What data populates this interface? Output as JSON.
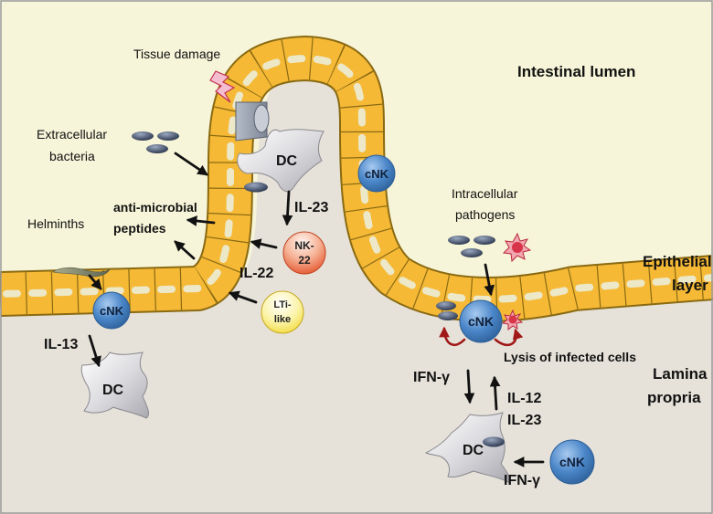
{
  "regions": {
    "lumen": "Intestinal lumen",
    "epithelial_line1": "Epithelial",
    "epithelial_line2": "layer",
    "lamina_line1": "Lamina",
    "lamina_line2": "propria"
  },
  "labels": {
    "tissue_damage": "Tissue damage",
    "extracellular_line1": "Extracellular",
    "extracellular_line2": "bacteria",
    "helminths": "Helminths",
    "amp_line1": "anti-microbial",
    "amp_line2": "peptides",
    "intracellular_line1": "Intracellular",
    "intracellular_line2": "pathogens",
    "lysis": "Lysis of infected cells"
  },
  "cytokines": {
    "il23_top": "IL-23",
    "il22": "IL-22",
    "il13": "IL-13",
    "ifng_left": "IFN-γ",
    "il12": "IL-12",
    "il23_bottom": "IL-23",
    "ifng_bottom": "IFN-γ"
  },
  "cells": {
    "dc": "DC",
    "cnk": "cNK",
    "nk22_line1": "NK-",
    "nk22_line2": "22",
    "lti_line1": "LTi-",
    "lti_line2": "like"
  },
  "colors": {
    "lumen_bg": "#f7f5d9",
    "lamina_bg": "#e6e2d9",
    "epithelium": "#f5b936",
    "nucleus": "#ece8c8",
    "cnk": "#4a86c8",
    "dc": "#d4d4d8",
    "arrow": "#111111",
    "lysis_arrow": "#a01818",
    "pathogen": "#d8344a"
  }
}
